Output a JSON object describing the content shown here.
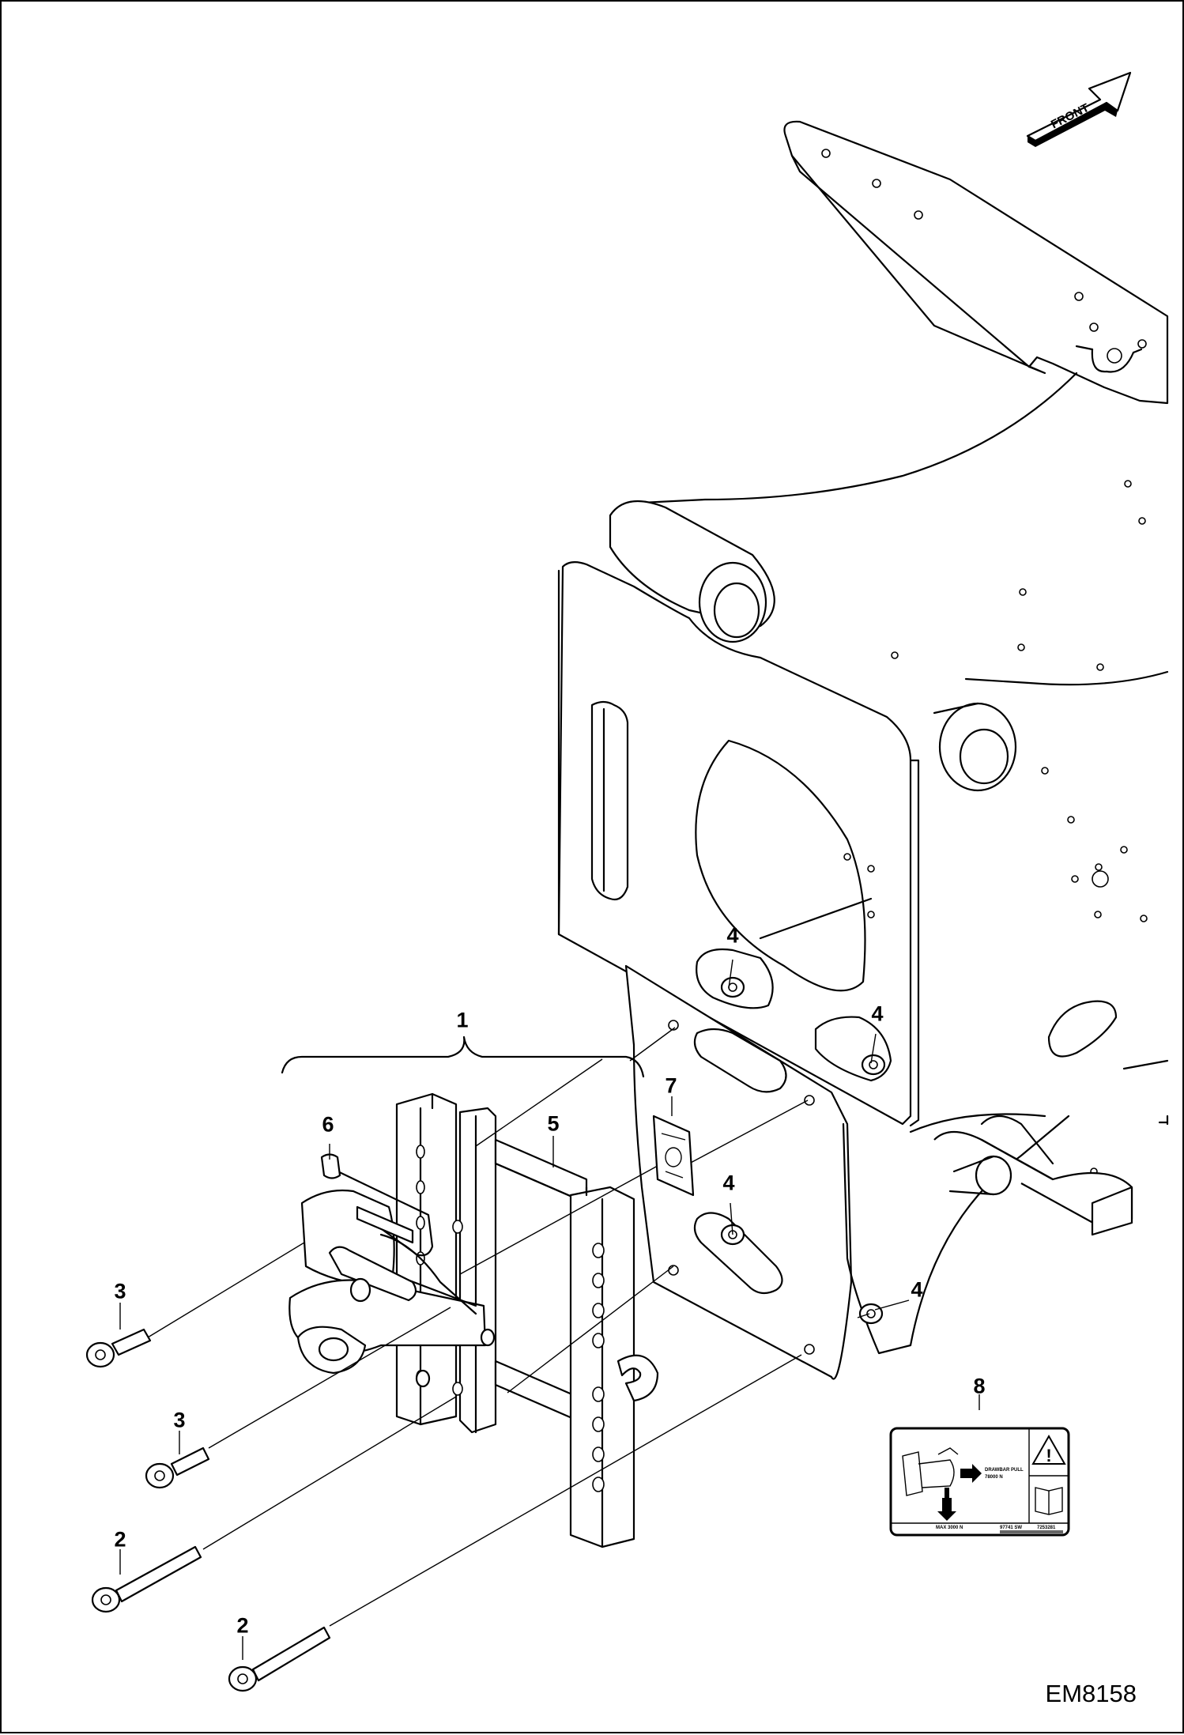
{
  "front_arrow": {
    "label": "FRONT"
  },
  "callouts": [
    {
      "id": "1",
      "label": "1"
    },
    {
      "id": "2a",
      "label": "2"
    },
    {
      "id": "2b",
      "label": "2"
    },
    {
      "id": "3a",
      "label": "3"
    },
    {
      "id": "3b",
      "label": "3"
    },
    {
      "id": "4a",
      "label": "4"
    },
    {
      "id": "4b",
      "label": "4"
    },
    {
      "id": "4c",
      "label": "4"
    },
    {
      "id": "4d",
      "label": "4"
    },
    {
      "id": "5",
      "label": "5"
    },
    {
      "id": "6",
      "label": "6"
    },
    {
      "id": "7",
      "label": "7"
    },
    {
      "id": "8",
      "label": "8"
    }
  ],
  "decal": {
    "drawbar_pull": "DRAWBAR PULL",
    "drawbar_value": "78000 N",
    "max_load": "MAX 3000 N",
    "code_left": "97741 SW",
    "code_right": "7253281"
  },
  "reference_code": "EM8158"
}
